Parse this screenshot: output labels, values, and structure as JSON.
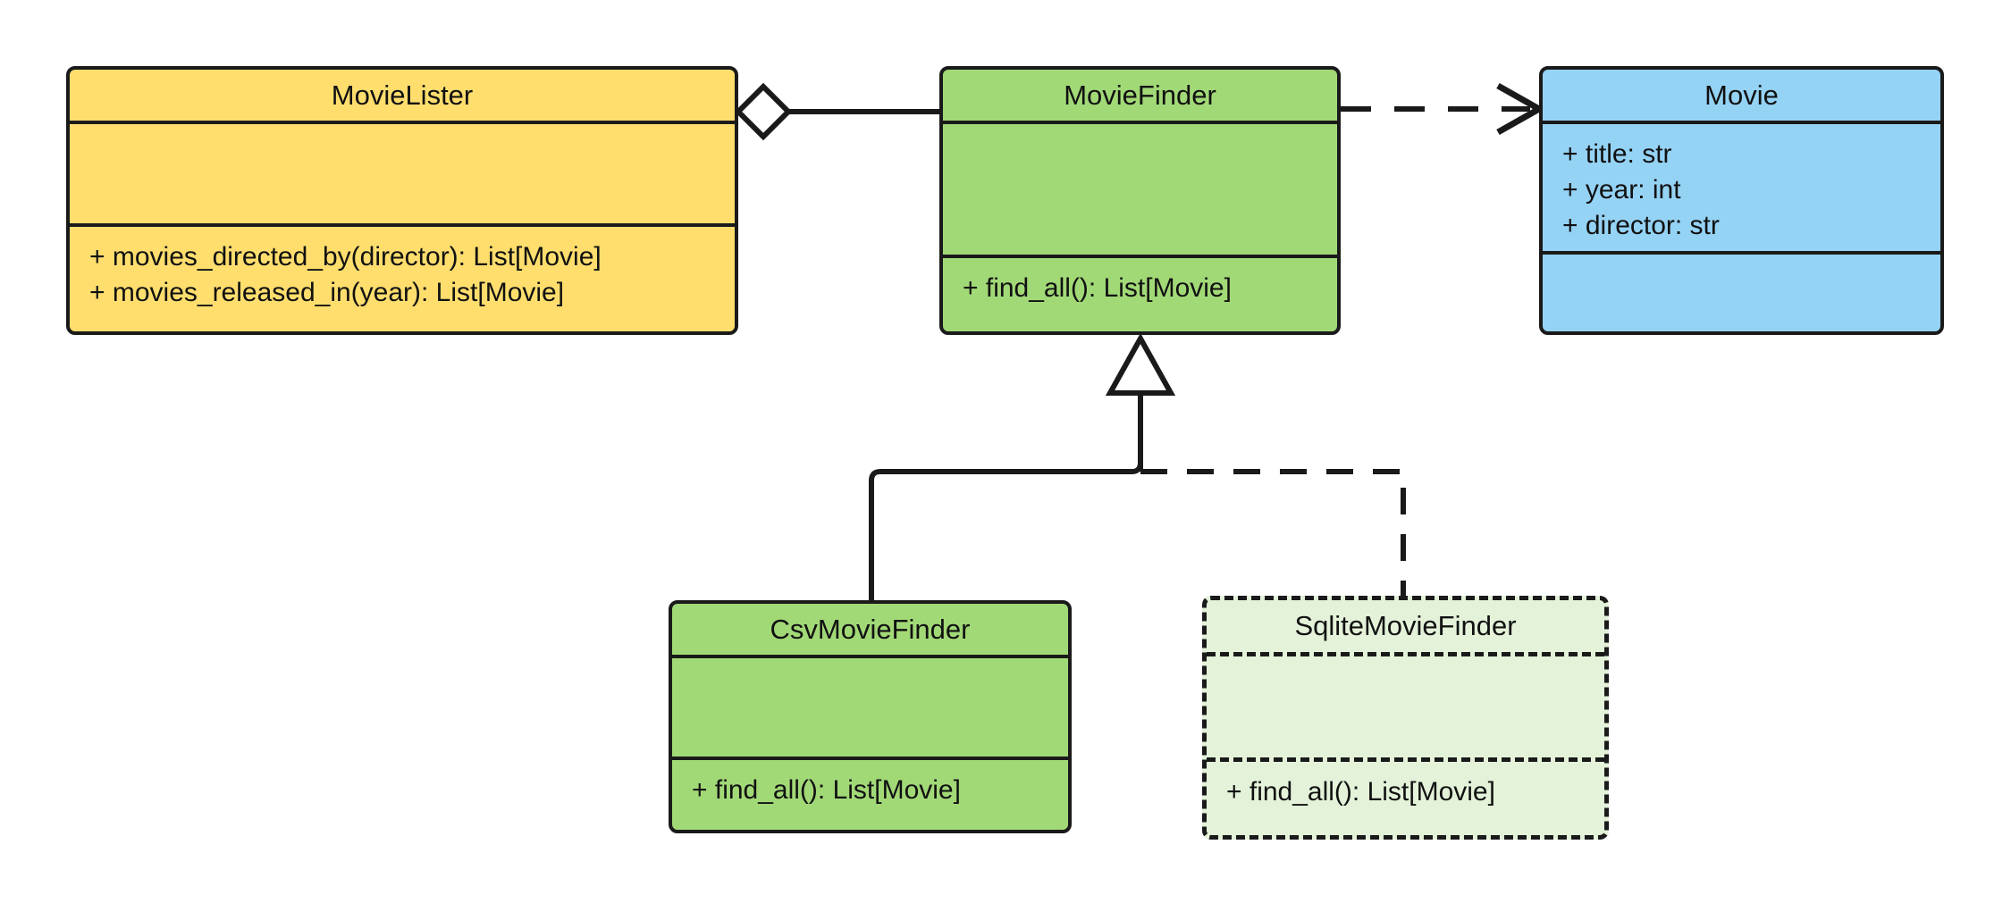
{
  "diagram": {
    "type": "uml-class-diagram",
    "title": "",
    "background_color": "#ffffff",
    "line_color": "#1a1a1a"
  },
  "palette": {
    "yellow": "#ffde6e",
    "green": "#a2d977",
    "blue": "#95d3f5",
    "pale_green": "#e3f2d9",
    "stroke": "#1a1a1a"
  },
  "classes": [
    {
      "id": "movie-lister",
      "name": "MovieLister",
      "fill": "#ffde6e",
      "border_style": "solid",
      "attributes": [],
      "methods": [
        "+ movies_directed_by(director): List[Movie]",
        "+ movies_released_in(year): List[Movie]"
      ]
    },
    {
      "id": "movie-finder",
      "name": "MovieFinder",
      "fill": "#a2d977",
      "border_style": "solid",
      "attributes": [],
      "methods": [
        "+ find_all(): List[Movie]"
      ]
    },
    {
      "id": "movie",
      "name": "Movie",
      "fill": "#95d3f5",
      "border_style": "solid",
      "attributes": [
        "+ title: str",
        "+ year: int",
        "+ director: str"
      ],
      "methods": []
    },
    {
      "id": "csv-movie-finder",
      "name": "CsvMovieFinder",
      "fill": "#a2d977",
      "border_style": "solid",
      "attributes": [],
      "methods": [
        "+ find_all(): List[Movie]"
      ]
    },
    {
      "id": "sqlite-movie-finder",
      "name": "SqliteMovieFinder",
      "fill": "#e3f2d9",
      "border_style": "dashed",
      "attributes": [],
      "methods": [
        "+ find_all(): List[Movie]"
      ]
    }
  ],
  "relationships": [
    {
      "id": "aggregation-lister-finder",
      "kind": "aggregation",
      "from": "MovieLister",
      "to": "MovieFinder",
      "line_style": "solid",
      "end_marker": "hollow-diamond",
      "label": ""
    },
    {
      "id": "dependency-finder-movie",
      "kind": "dependency",
      "from": "MovieFinder",
      "to": "Movie",
      "line_style": "dashed",
      "end_marker": "open-arrow",
      "label": ""
    },
    {
      "id": "inheritance-csv-finder",
      "kind": "generalization",
      "from": "CsvMovieFinder",
      "to": "MovieFinder",
      "line_style": "solid",
      "end_marker": "hollow-triangle",
      "label": ""
    },
    {
      "id": "inheritance-sqlite-finder",
      "kind": "generalization",
      "from": "SqliteMovieFinder",
      "to": "MovieFinder",
      "line_style": "dashed",
      "end_marker": "hollow-triangle",
      "label": ""
    }
  ]
}
